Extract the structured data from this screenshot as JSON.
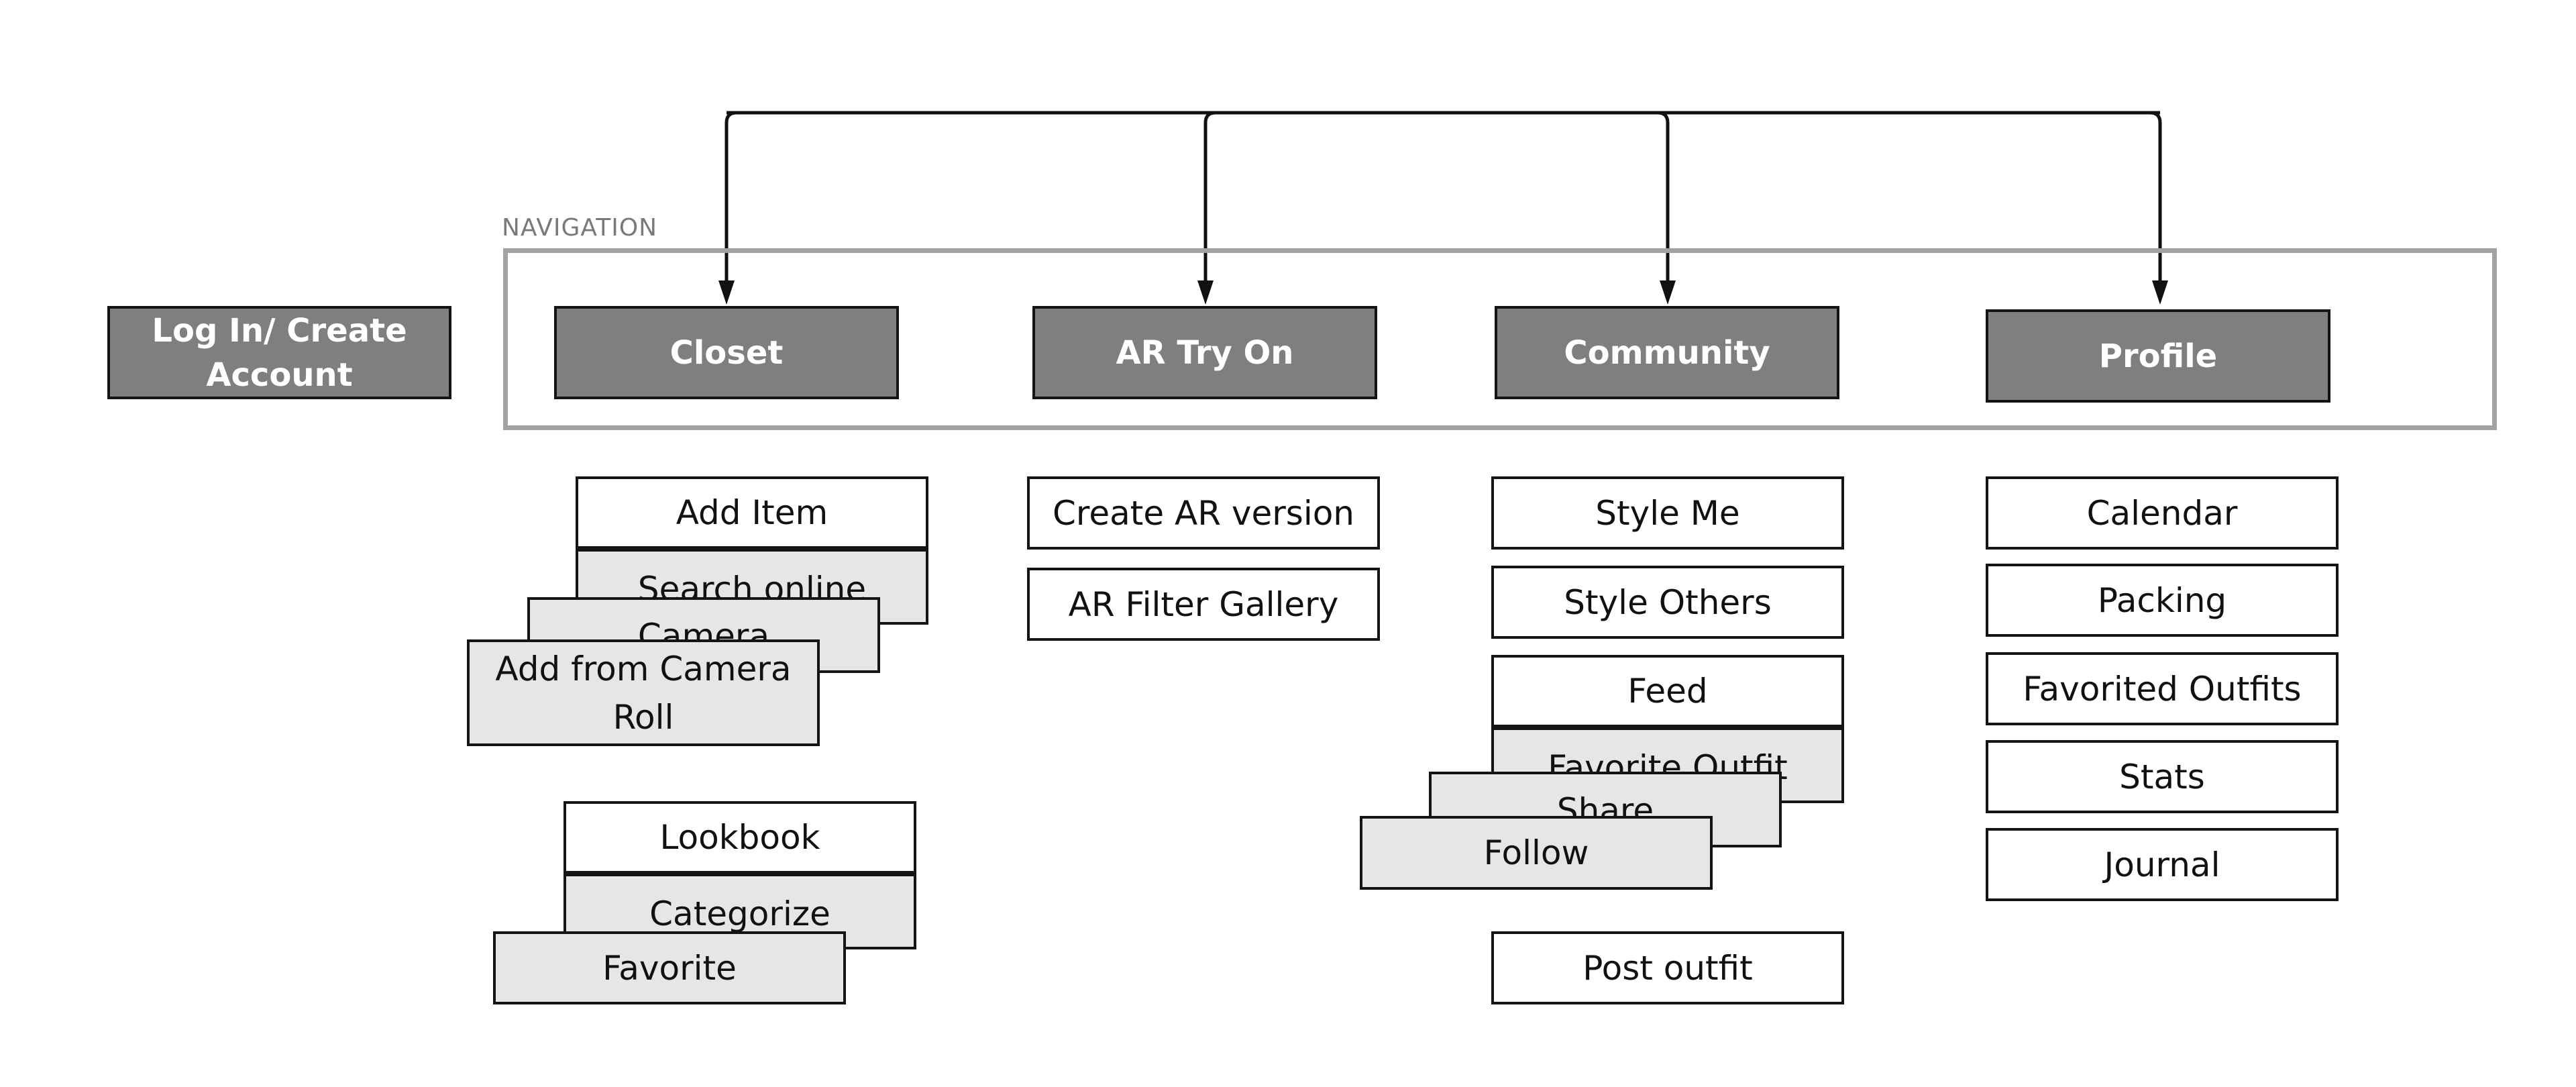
{
  "navigation_label": "NAVIGATION",
  "login": {
    "label": "Log In/ Create Account"
  },
  "nav": {
    "closet": "Closet",
    "ar_try_on": "AR Try On",
    "community": "Community",
    "profile": "Profile"
  },
  "closet": {
    "add_item": "Add Item",
    "search_online": "Search online",
    "camera": "Camera",
    "add_from_camera_roll": "Add from Camera Roll",
    "lookbook": "Lookbook",
    "categorize": "Categorize",
    "favorite": "Favorite"
  },
  "ar": {
    "create_ar_version": "Create AR version",
    "ar_filter_gallery": "AR Filter Gallery"
  },
  "community": {
    "style_me": "Style Me",
    "style_others": "Style Others",
    "feed": "Feed",
    "favorite_outfit": "Favorite Outfit",
    "share": "Share",
    "follow": "Follow",
    "post_outfit": "Post outfit"
  },
  "profile": {
    "calendar": "Calendar",
    "packing": "Packing",
    "favorited_outfits": "Favorited Outfits",
    "stats": "Stats",
    "journal": "Journal"
  },
  "colors": {
    "nav_fill": "#7f7f7f",
    "stacked_fill": "#e6e6e6",
    "frame": "#a2a2a2",
    "line": "#111111"
  }
}
